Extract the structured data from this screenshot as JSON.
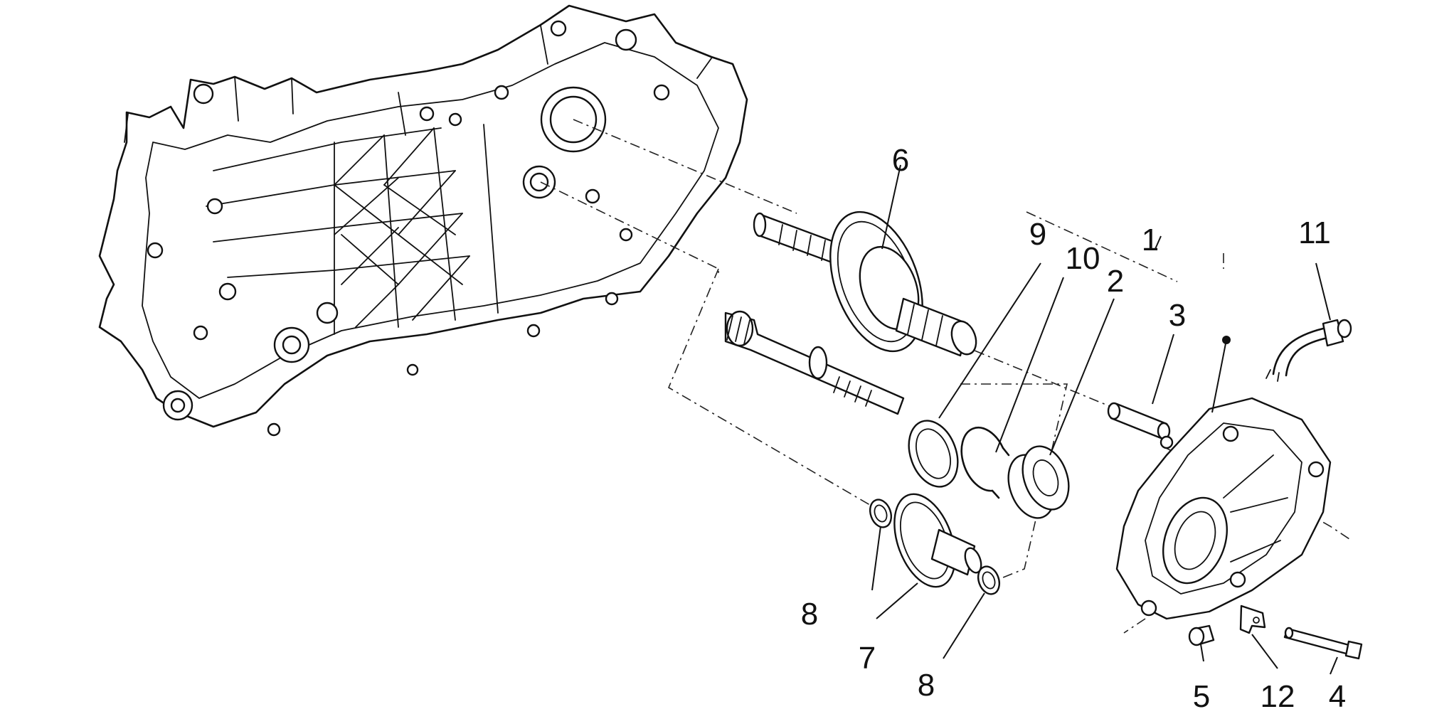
{
  "callouts": {
    "c1": "1",
    "c2": "2",
    "c3": "3",
    "c4": "4",
    "c5": "5",
    "c6": "6",
    "c7": "7",
    "c8a": "8",
    "c8b": "8",
    "c9": "9",
    "c10": "10",
    "c11": "11",
    "c12": "12"
  },
  "colors": {
    "line": "#111111",
    "background": "#ffffff"
  }
}
